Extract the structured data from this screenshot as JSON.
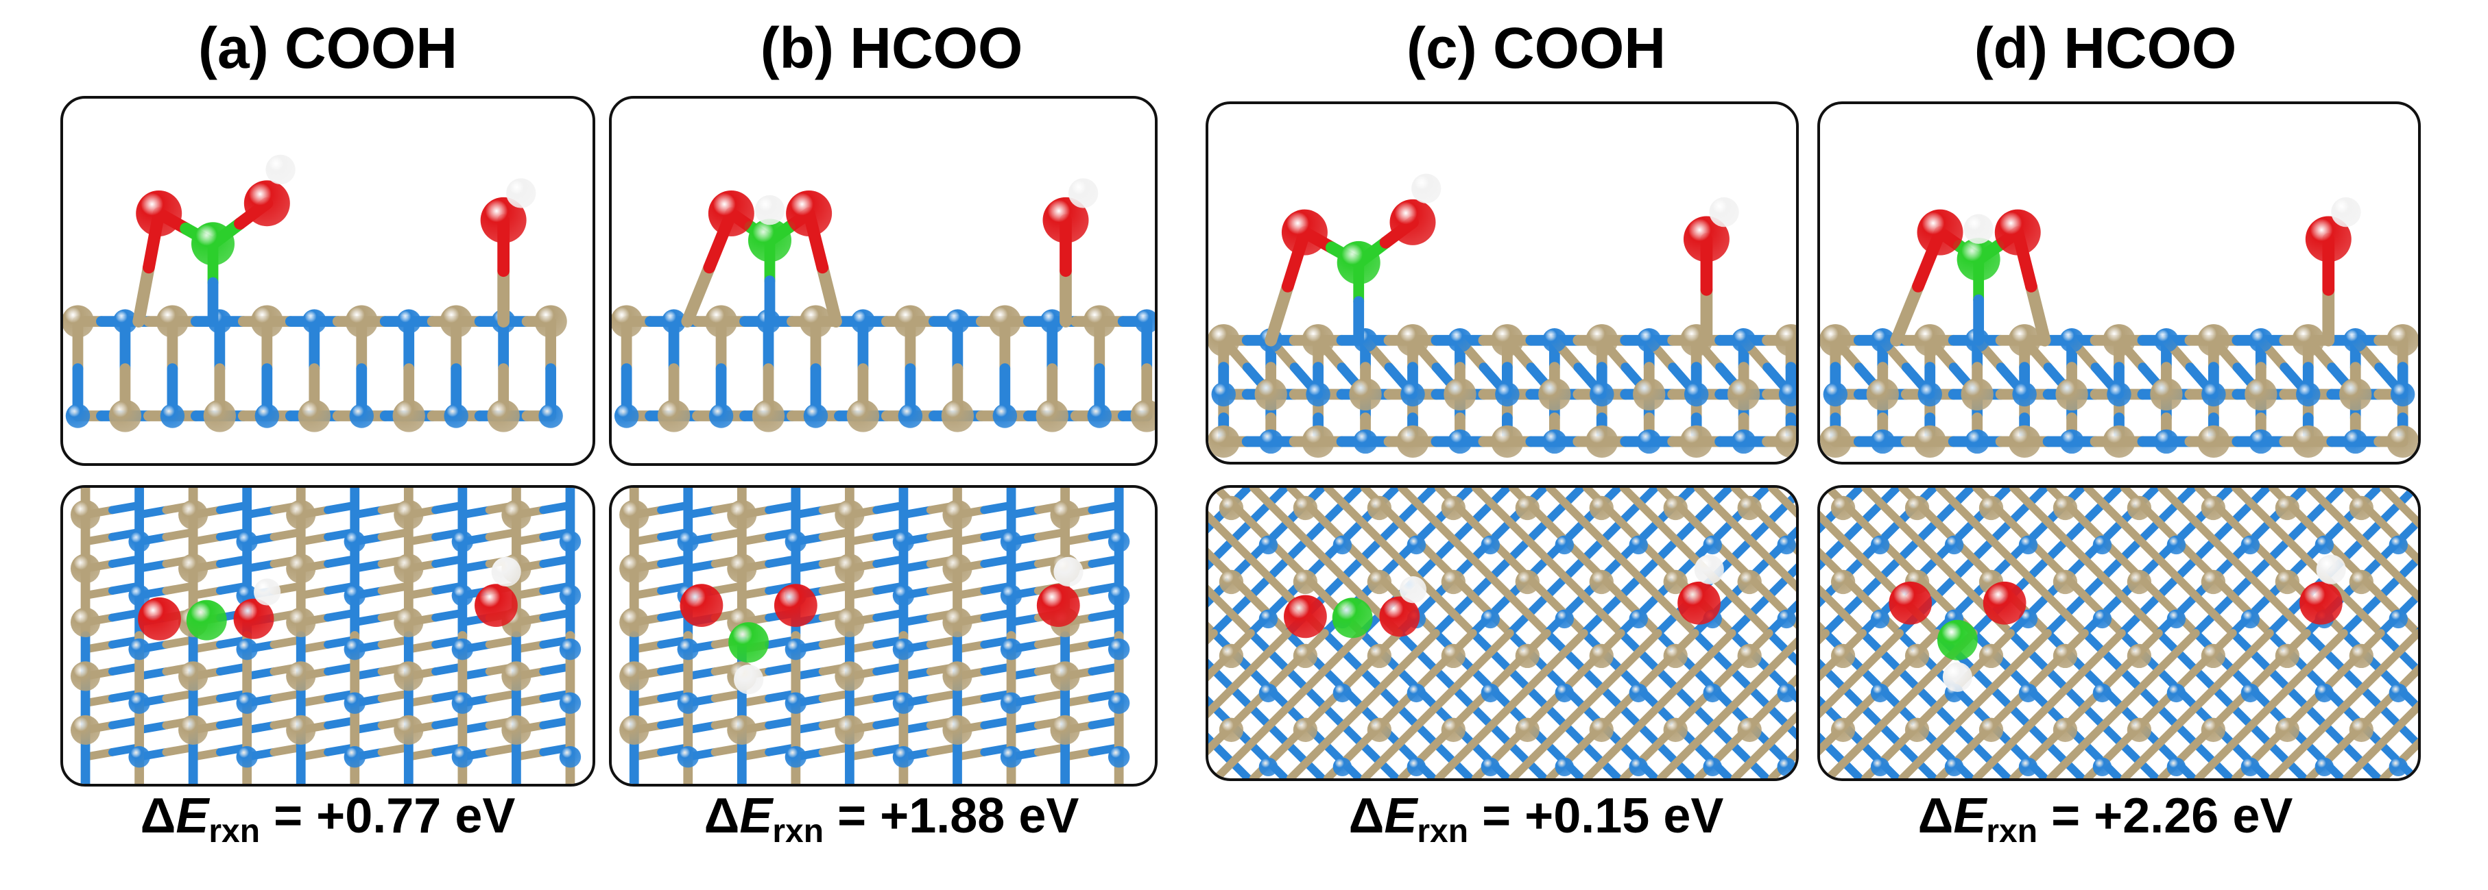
{
  "panels": [
    {
      "id": "a",
      "title": "(a) COOH",
      "delta": "Δ",
      "sym": "E",
      "sub": "rxn",
      "value": "= +0.77 eV",
      "adsorbate": "COOH",
      "surface": "plain"
    },
    {
      "id": "b",
      "title": "(b) HCOO",
      "delta": "Δ",
      "sym": "E",
      "sub": "rxn",
      "value": "= +1.88 eV",
      "adsorbate": "HCOO",
      "surface": "plain"
    },
    {
      "id": "c",
      "title": "(c) COOH",
      "delta": "Δ",
      "sym": "E",
      "sub": "rxn",
      "value": "= +0.15 eV",
      "adsorbate": "COOH",
      "surface": "stepped"
    },
    {
      "id": "d",
      "title": "(d) HCOO",
      "delta": "Δ",
      "sym": "E",
      "sub": "rxn",
      "value": "= +2.26 eV",
      "adsorbate": "HCOO",
      "surface": "stepped"
    }
  ],
  "colors": {
    "metal": "#b5a27a",
    "nonmetal": "#2a84d8",
    "oxygen": "#e0181c",
    "carbon": "#2ccf2c",
    "hydrogen": "#f2f2f2",
    "border": "#111111"
  }
}
